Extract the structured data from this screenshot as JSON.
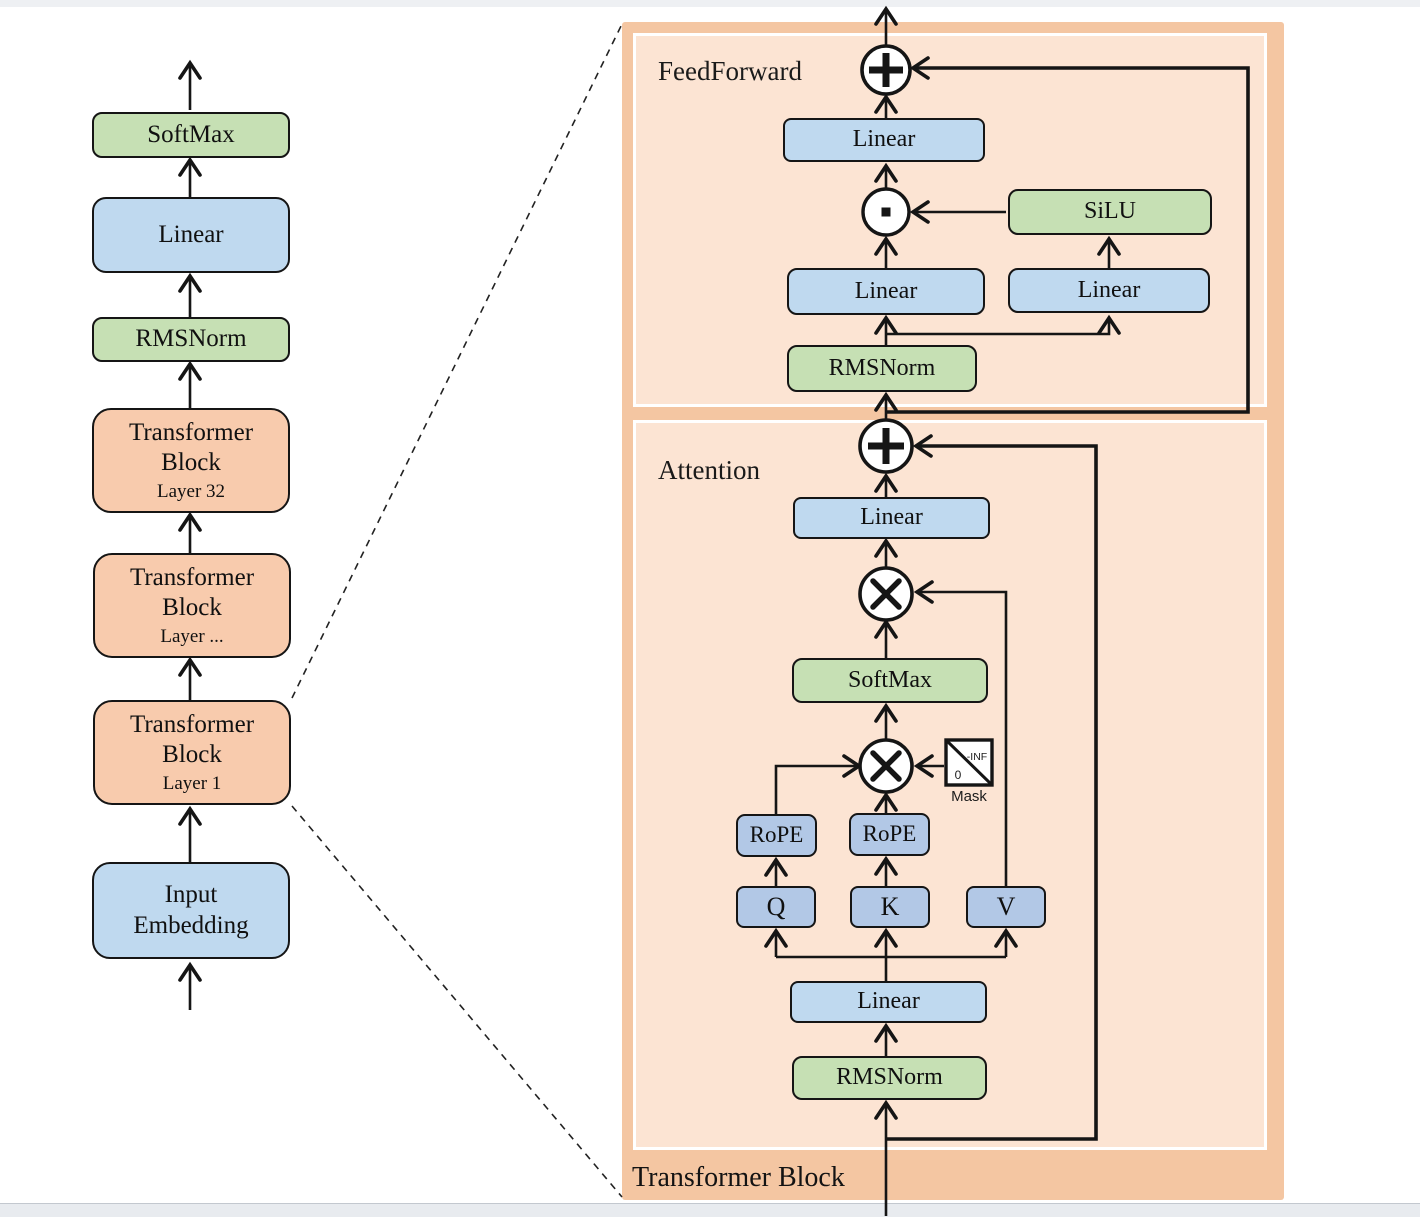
{
  "colors": {
    "green": "#c6e0b4",
    "linear_blue": "#bfd9ef",
    "qkv_blue": "#b2c8e6",
    "block_orange": "#f8cbad",
    "panel_outer": "#f4c6a2",
    "panel_inner": "#fce4d3",
    "line": "#151515"
  },
  "left_stack": [
    {
      "label": "SoftMax"
    },
    {
      "label": "Linear"
    },
    {
      "label": "RMSNorm"
    },
    {
      "title": "Transformer\nBlock",
      "layer": "Layer 32"
    },
    {
      "title": "Transformer\nBlock",
      "layer": "Layer ..."
    },
    {
      "title": "Transformer\nBlock",
      "layer": "Layer 1"
    },
    {
      "label": "Input\nEmbedding"
    }
  ],
  "panel": {
    "block_label": "Transformer Block",
    "ff": {
      "label": "FeedForward",
      "linear_out": "Linear",
      "silu": "SiLU",
      "linear_left": "Linear",
      "linear_right": "Linear",
      "rmsnorm": "RMSNorm"
    },
    "attn": {
      "label": "Attention",
      "linear_out": "Linear",
      "softmax": "SoftMax",
      "rope_q": "RoPE",
      "rope_k": "RoPE",
      "q": "Q",
      "k": "K",
      "v": "V",
      "linear_in": "Linear",
      "rmsnorm": "RMSNorm",
      "mask_label": "Mask",
      "mask_neg": "-INF",
      "mask_zero": "0"
    },
    "operators": {
      "add": "+",
      "matmul": "×",
      "elementwise_product": "·"
    }
  }
}
